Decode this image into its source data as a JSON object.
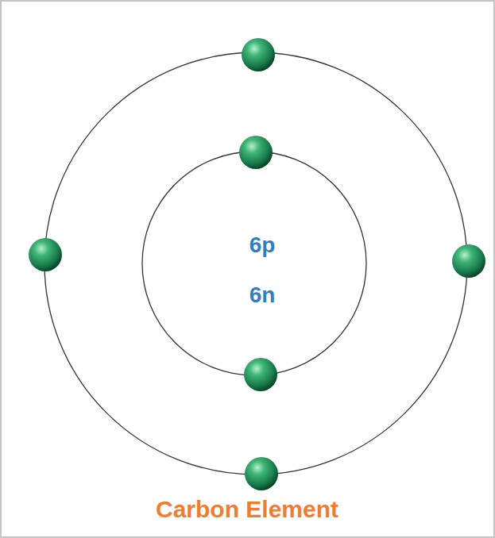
{
  "diagram": {
    "caption": "Carbon Element",
    "labels": [
      "6p",
      "6n"
    ]
  }
}
